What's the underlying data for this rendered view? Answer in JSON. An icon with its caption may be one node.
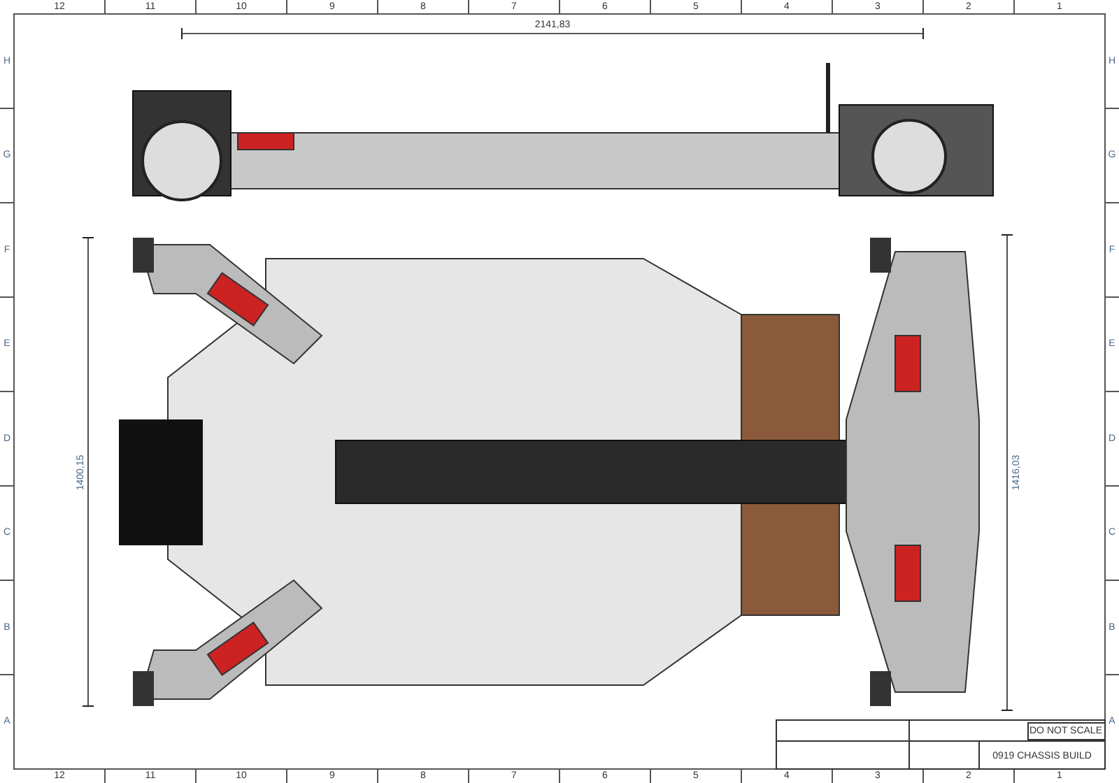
{
  "diagram": {
    "labels": [
      "12",
      "11",
      "10",
      "9",
      "8",
      "7",
      "6",
      "5",
      "4",
      "3",
      "2",
      "1",
      "12",
      "11",
      "10",
      "9",
      "8",
      "7",
      "6",
      "5",
      "4",
      "3",
      "2",
      "1",
      "H",
      "G",
      "F",
      "E",
      "D",
      "C",
      "B",
      "A",
      "H",
      "G",
      "F",
      "E",
      "D",
      "C",
      "B",
      "A",
      "2141,83",
      "1400,15",
      "1416,03",
      "DO NOT SCALE",
      "0919 CHASSIS BUILD"
    ]
  }
}
